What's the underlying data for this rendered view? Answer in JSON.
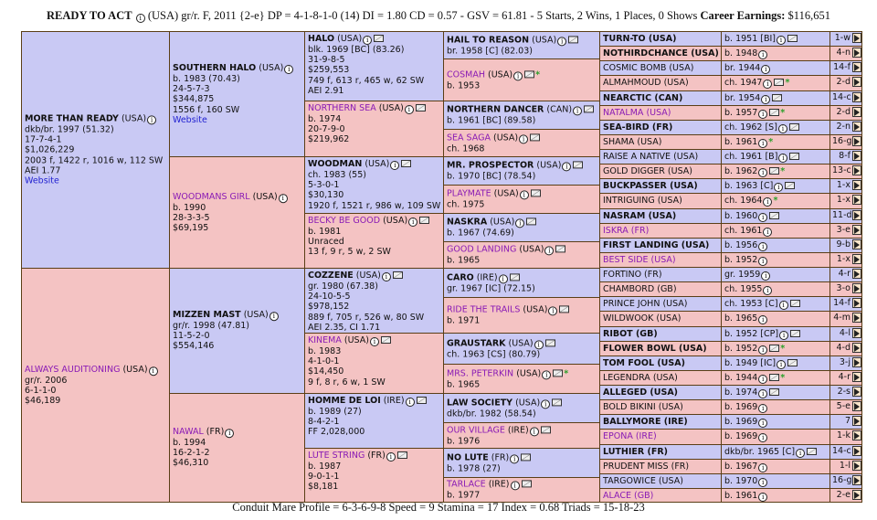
{
  "header": {
    "horse": "READY TO ACT",
    "details": "(USA) gr/r. F, 2011 {2-e} DP = 4-1-8-1-0 (14) DI = 1.80    CD = 0.57 - GSV = 61.81 - 5 Starts, 2 Wins, 1 Places, 0 Shows",
    "earnings_label": "Career Earnings:",
    "earnings_value": "$116,651"
  },
  "footer": "Conduit Mare Profile = 6-3-6-9-8   Speed = 9   Stamina = 17   Index = 0.68   Triads = 15-18-23",
  "gen1": [
    {
      "name": "MORE THAN READY",
      "country": "(USA)",
      "lines": [
        "dkb/br. 1997 (51.32)",
        "17-7-4-1",
        "$1,026,229",
        "2003 f, 1422 r, 1016 w, 112 SW",
        "AEI 1.77"
      ],
      "link": "Website"
    },
    {
      "name": "ALWAYS AUDITIONING",
      "country": "(USA)",
      "lines": [
        "gr/r. 2006",
        "6-1-1-0",
        "$46,189"
      ]
    }
  ],
  "gen2": [
    {
      "name": "SOUTHERN HALO",
      "country": "(USA)",
      "lines": [
        "b. 1983 (70.43)",
        "24-5-7-3",
        "$344,875",
        "1556 f, 160 SW"
      ],
      "link": "Website"
    },
    {
      "name": "WOODMANS GIRL",
      "country": "(USA)",
      "lines": [
        "b. 1990",
        "28-3-3-5",
        "$69,195"
      ]
    },
    {
      "name": "MIZZEN MAST",
      "country": "(USA)",
      "lines": [
        "gr/r. 1998 (47.81)",
        "11-5-2-0",
        "$554,146"
      ]
    },
    {
      "name": "NAWAL",
      "country": "(FR)",
      "lines": [
        "b. 1994",
        "16-2-1-2",
        "$46,310"
      ]
    }
  ],
  "gen3": [
    {
      "name": "HALO",
      "country": "(USA)",
      "lines": [
        "blk. 1969 [BC] (83.26)",
        "31-9-8-5",
        "$259,553",
        "749 f, 613 r, 465 w, 62 SW",
        "AEI 2.91"
      ]
    },
    {
      "name": "NORTHERN SEA",
      "country": "(USA)",
      "lines": [
        "b. 1974",
        "20-7-9-0",
        "$219,962"
      ]
    },
    {
      "name": "WOODMAN",
      "country": "(USA)",
      "lines": [
        "ch. 1983 (55)",
        "5-3-0-1",
        "$30,130",
        "1920 f, 1521 r, 986 w, 109 SW"
      ]
    },
    {
      "name": "BECKY BE GOOD",
      "country": "(USA)",
      "lines": [
        "b. 1981",
        "Unraced",
        "13 f, 9 r, 5 w, 2 SW"
      ]
    },
    {
      "name": "COZZENE",
      "country": "(USA)",
      "lines": [
        "gr. 1980 (67.38)",
        "24-10-5-5",
        "$978,152",
        "889 f, 705 r, 526 w, 80 SW",
        "AEI 2.35, CI 1.71"
      ]
    },
    {
      "name": "KINEMA",
      "country": "(USA)",
      "lines": [
        "b. 1983",
        "4-1-0-1",
        "$14,450",
        "9 f, 8 r, 6 w, 1 SW"
      ]
    },
    {
      "name": "HOMME DE LOI",
      "country": "(IRE)",
      "lines": [
        "b. 1989 (27)",
        "8-4-2-1",
        "FF 2,028,000"
      ]
    },
    {
      "name": "LUTE STRING",
      "country": "(FR)",
      "lines": [
        "b. 1987",
        "9-0-1-1",
        "$8,181"
      ]
    }
  ],
  "gen4": [
    {
      "name": "HAIL TO REASON",
      "country": "(USA)",
      "info": "br. 1958 [C] (82.03)"
    },
    {
      "name": "COSMAH",
      "country": "(USA)",
      "info": "b. 1953"
    },
    {
      "name": "NORTHERN DANCER",
      "country": "(CAN)",
      "info": "b. 1961 [BC] (89.58)"
    },
    {
      "name": "SEA SAGA",
      "country": "(USA)",
      "info": "ch. 1968"
    },
    {
      "name": "MR. PROSPECTOR",
      "country": "(USA)",
      "info": "b. 1970 [BC] (78.54)"
    },
    {
      "name": "PLAYMATE",
      "country": "(USA)",
      "info": "ch. 1975"
    },
    {
      "name": "NASKRA",
      "country": "(USA)",
      "info": "b. 1967 (74.69)"
    },
    {
      "name": "GOOD LANDING",
      "country": "(USA)",
      "info": "b. 1965"
    },
    {
      "name": "CARO",
      "country": "(IRE)",
      "info": "gr. 1967 [IC] (72.15)"
    },
    {
      "name": "RIDE THE TRAILS",
      "country": "(USA)",
      "info": "b. 1971"
    },
    {
      "name": "GRAUSTARK",
      "country": "(USA)",
      "info": "ch. 1963 [CS] (80.79)"
    },
    {
      "name": "MRS. PETERKIN",
      "country": "(USA)",
      "info": "b. 1965"
    },
    {
      "name": "LAW SOCIETY",
      "country": "(USA)",
      "info": "dkb/br. 1982 (58.54)"
    },
    {
      "name": "OUR VILLAGE",
      "country": "(IRE)",
      "info": "b. 1976"
    },
    {
      "name": "NO LUTE",
      "country": "(FR)",
      "info": "b. 1978 (27)"
    },
    {
      "name": "TARLACE",
      "country": "(IRE)",
      "info": "b. 1977"
    }
  ],
  "gen5": [
    {
      "name": "TURN-TO (USA)",
      "info": "b. 1951 [BI]",
      "tail": "1-w"
    },
    {
      "name": "NOTHIRDCHANCE (USA)",
      "info": "b. 1948",
      "tail": "4-n"
    },
    {
      "name": "COSMIC BOMB (USA)",
      "info": "br. 1944",
      "tail": "14-f"
    },
    {
      "name": "ALMAHMOUD (USA)",
      "info": "ch. 1947",
      "tail": "2-d"
    },
    {
      "name": "NEARCTIC (CAN)",
      "info": "br. 1954",
      "tail": "14-c"
    },
    {
      "name": "NATALMA (USA)",
      "info": "b. 1957",
      "tail": "2-d"
    },
    {
      "name": "SEA-BIRD (FR)",
      "info": "ch. 1962 [S]",
      "tail": "2-n"
    },
    {
      "name": "SHAMA (USA)",
      "info": "b. 1961",
      "tail": "16-g"
    },
    {
      "name": "RAISE A NATIVE (USA)",
      "info": "ch. 1961 [B]",
      "tail": "8-f"
    },
    {
      "name": "GOLD DIGGER (USA)",
      "info": "b. 1962",
      "tail": "13-c"
    },
    {
      "name": "BUCKPASSER (USA)",
      "info": "b. 1963 [C]",
      "tail": "1-x"
    },
    {
      "name": "INTRIGUING (USA)",
      "info": "ch. 1964",
      "tail": "1-x"
    },
    {
      "name": "NASRAM (USA)",
      "info": "b. 1960",
      "tail": "11-d"
    },
    {
      "name": "ISKRA (FR)",
      "info": "ch. 1961",
      "tail": "3-e"
    },
    {
      "name": "FIRST LANDING (USA)",
      "info": "b. 1956",
      "tail": "9-b"
    },
    {
      "name": "BEST SIDE (USA)",
      "info": "b. 1952",
      "tail": "1-x"
    },
    {
      "name": "FORTINO (FR)",
      "info": "gr. 1959",
      "tail": "4-r"
    },
    {
      "name": "CHAMBORD (GB)",
      "info": "ch. 1955",
      "tail": "3-o"
    },
    {
      "name": "PRINCE JOHN (USA)",
      "info": "ch. 1953 [C]",
      "tail": "14-f"
    },
    {
      "name": "WILDWOOK (USA)",
      "info": "b. 1965",
      "tail": "4-m"
    },
    {
      "name": "RIBOT (GB)",
      "info": "b. 1952 [CP]",
      "tail": "4-l"
    },
    {
      "name": "FLOWER BOWL (USA)",
      "info": "b. 1952",
      "tail": "4-d"
    },
    {
      "name": "TOM FOOL (USA)",
      "info": "b. 1949 [IC]",
      "tail": "3-j"
    },
    {
      "name": "LEGENDRA (USA)",
      "info": "b. 1944",
      "tail": "4-r"
    },
    {
      "name": "ALLEGED (USA)",
      "info": "b. 1974",
      "tail": "2-s"
    },
    {
      "name": "BOLD BIKINI (USA)",
      "info": "b. 1969",
      "tail": "5-e"
    },
    {
      "name": "BALLYMORE (IRE)",
      "info": "b. 1969",
      "tail": "7"
    },
    {
      "name": "EPONA (IRE)",
      "info": "b. 1969",
      "tail": "1-k"
    },
    {
      "name": "LUTHIER (FR)",
      "info": "dkb/br. 1965 [C]",
      "tail": "14-c"
    },
    {
      "name": "PRUDENT MISS (FR)",
      "info": "b. 1967",
      "tail": "1-l"
    },
    {
      "name": "TARGOWICE (USA)",
      "info": "b. 1970",
      "tail": "16-g"
    },
    {
      "name": "ALACE (GB)",
      "info": "b. 1961",
      "tail": "2-e"
    }
  ]
}
